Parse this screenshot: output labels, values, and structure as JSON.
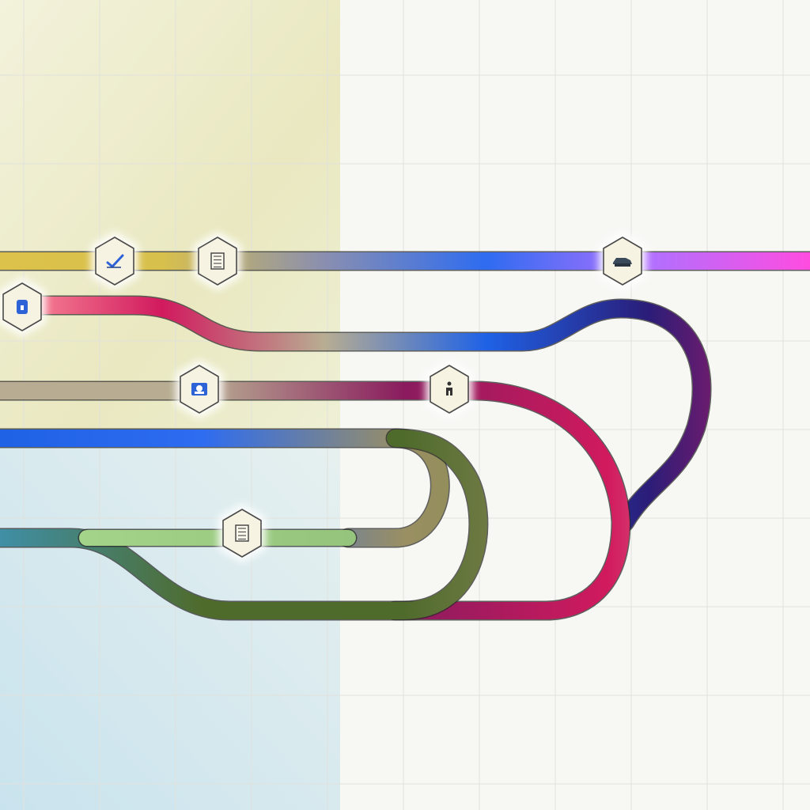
{
  "colors": {
    "background": "#f6f6f2",
    "panel_top_left": "#e9e8c0",
    "panel_bottom_left": "#d3e6ee",
    "grid": "#e3e3df",
    "track_gold": "#dcc24a",
    "track_violet": "#b070ff",
    "track_magenta": "#ff4ce0",
    "track_crimson": "#d11a5e",
    "track_taupe": "#b8ad92",
    "track_blue": "#1f62e6",
    "track_navy": "#2a1d78",
    "track_purple": "#8a1b5e",
    "track_olive": "#7b8a3e",
    "track_moss": "#4f6b2c",
    "track_teal": "#3f8fa6",
    "track_green": "#92c27a",
    "track_khaki": "#9a8f63",
    "track_cream": "#e6dcb4",
    "marker_fill": "#f7f3e3",
    "marker_border": "#4a4a4a"
  },
  "tracks": [
    {
      "id": "gold-line",
      "gradient": [
        "#dcc24a",
        "#d8c04c",
        "#8a8fb0",
        "#2e6cf0",
        "#b070ff",
        "#ff4ce0"
      ]
    },
    {
      "id": "crimson-blue-loop",
      "gradient": [
        "#ff9aa0",
        "#d11a5e",
        "#b8ad92",
        "#1f62e6",
        "#2a1d78",
        "#d11a5e"
      ]
    },
    {
      "id": "taupe-line",
      "gradient": [
        "#b8ad92",
        "#b8ad92",
        "#8a1b5e",
        "#d11a5e",
        "#e6dcb4"
      ]
    },
    {
      "id": "blue-olive-loop",
      "gradient": [
        "#1f62e6",
        "#2e6cf0",
        "#9a8f63",
        "#7b8a3e",
        "#4f6b2c"
      ]
    },
    {
      "id": "teal-moss-loop",
      "gradient": [
        "#3f8fa6",
        "#4f6b2c",
        "#4f6b2c",
        "#9a8f63",
        "#e6dcb4"
      ]
    },
    {
      "id": "green-branch",
      "gradient": [
        "#a8d88c",
        "#92c27a",
        "#6a8f3a"
      ]
    }
  ],
  "markers": [
    {
      "id": "marker-check",
      "icon": "checkmark-icon"
    },
    {
      "id": "marker-document-1",
      "icon": "document-icon"
    },
    {
      "id": "marker-vehicle",
      "icon": "vehicle-icon"
    },
    {
      "id": "marker-lock",
      "icon": "lock-icon"
    },
    {
      "id": "marker-profile",
      "icon": "profile-card-icon"
    },
    {
      "id": "marker-person",
      "icon": "person-icon"
    },
    {
      "id": "marker-document-2",
      "icon": "document-icon"
    }
  ]
}
